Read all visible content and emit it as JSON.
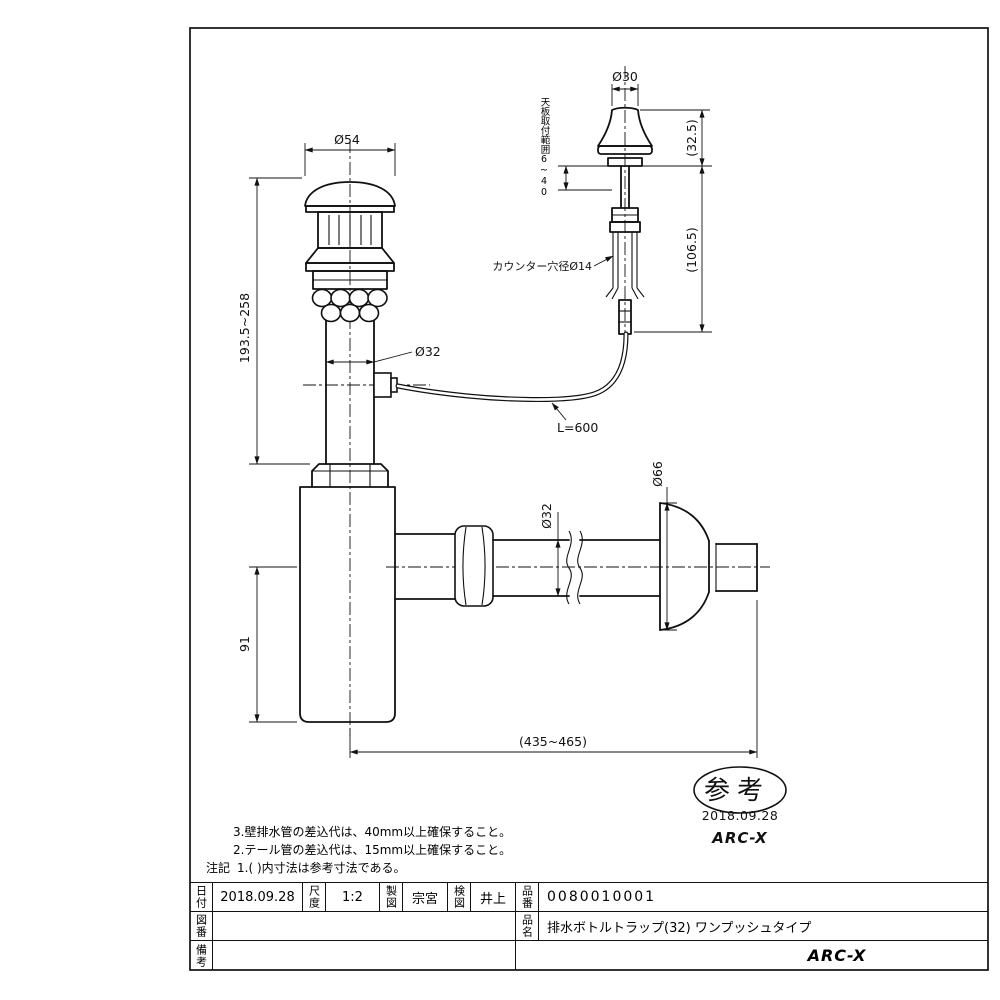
{
  "dims": {
    "cap_dia": "Ø54",
    "button_dia": "Ø30",
    "button_height": "(32.5)",
    "under_counter": "(106.5)",
    "mount_range": "天板取付範囲6~40",
    "counter_hole": "カウンター穴径Ø14",
    "tail_dia": "Ø32",
    "body_height": "193.5~258",
    "lower_height": "91",
    "outlet_dia": "Ø32",
    "flange_dia": "Ø66",
    "cable_len": "L=600",
    "overall": "(435~465)"
  },
  "notes": {
    "line1": "3.壁排水管の差込代は、40mm以上確保すること。",
    "line2": "2.テール管の差込代は、15mm以上確保すること。",
    "prefix": "注記",
    "line3": "1.( )内寸法は参考寸法である。"
  },
  "stamp": {
    "label": "参考",
    "date": "2018.09.28",
    "brand": "ARC-X"
  },
  "title_block": {
    "date_label": "日付",
    "date_value": "2018.09.28",
    "scale_label": "尺度",
    "scale_value": "1:2",
    "drafter_label": "製図",
    "drafter_value": "宗宮",
    "checker_label": "検図",
    "checker_value": "井上",
    "part_no_label": "品番",
    "part_no_value": "0080010001",
    "drawing_no_label": "図番",
    "part_name_label": "品名",
    "part_name_value": "排水ボトルトラップ(32) ワンプッシュタイプ",
    "remarks_label": "備考",
    "brand": "ARC-X"
  }
}
